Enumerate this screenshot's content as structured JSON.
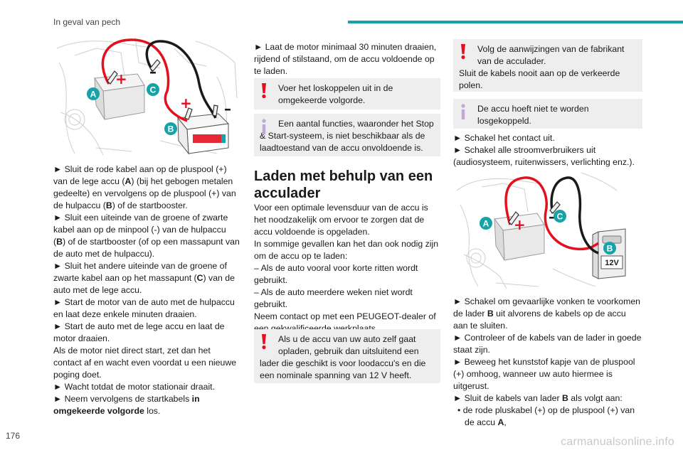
{
  "header": {
    "title": "In geval van pech"
  },
  "footer": {
    "page_number": "176",
    "watermark": "carmanualsonline.info"
  },
  "colors": {
    "accent": "#17a2a8",
    "warning": "#e3101f",
    "info": "#c2a6d6",
    "cable_red": "#e3101f",
    "label_blue": "#17a2a8"
  },
  "illustration1": {
    "label_a": "A",
    "label_b": "B",
    "label_c": "C",
    "plus": "+",
    "minus": "–"
  },
  "illustration2": {
    "label_a": "A",
    "label_b": "B",
    "label_c": "C",
    "plus": "+",
    "minus": "–",
    "voltage": "12V"
  },
  "col1": {
    "p1": "► Sluit de rode kabel aan op de pluspool (+) van de lege accu (",
    "p1_a": "A",
    "p1_b": ") (bij het gebogen metalen gedeelte) en vervolgens op de pluspool (+) van de hulpaccu (",
    "p1_c": "B",
    "p1_d": ") of de startbooster.",
    "p2": "► Sluit een uiteinde van de groene of zwarte kabel aan op de minpool (-) van de hulpaccu (",
    "p2_b": "B",
    "p2_c": ") of de startbooster (of op een massapunt van de auto met de hulpaccu).",
    "p3": "► Sluit het andere uiteinde van de groene of zwarte kabel aan op het massapunt (",
    "p3_c": "C",
    "p3_d": ") van de auto met de lege accu.",
    "p4": "► Start de motor van de auto met de hulpaccu en laat deze enkele minuten draaien.",
    "p5": "► Start de auto met de lege accu en laat de motor draaien.",
    "p6": "Als de motor niet direct start, zet dan het contact af en wacht even voordat u een nieuwe poging doet.",
    "p7": "► Wacht totdat de motor stationair draait.",
    "p8": "► Neem vervolgens de startkabels ",
    "p8_bold": "in omgekeerde volgorde",
    "p8_end": " los."
  },
  "col2": {
    "p1": "► Laat de motor minimaal 30 minuten draaien, rijdend of stilstaand, om de accu voldoende op te laden.",
    "note1": "Voer het loskoppelen uit in de omgekeerde volgorde.",
    "note2_l1": "Een aantal functies, waaronder het Stop",
    "note2_l2": "& Start-systeem, is niet beschikbaar als de laadtoestand van de accu onvoldoende is.",
    "heading": "Laden met behulp van een acculader",
    "p2": "Voor een optimale levensduur van de accu is het noodzakelijk om ervoor te zorgen dat de accu voldoende is opgeladen.",
    "p3": "In sommige gevallen kan het dan ook nodig zijn om de accu op te laden:",
    "p4": "– Als de auto vooral voor korte ritten wordt gebruikt.",
    "p5": "– Als de auto meerdere weken niet wordt gebruikt.",
    "p6": "Neem contact op met een PEUGEOT-dealer of een gekwalificeerde werkplaats.",
    "note3_l1": "Als u de accu van uw auto zelf gaat",
    "note3_l2": "opladen, gebruik dan uitsluitend een lader die geschikt is voor loodaccu's en die een nominale spanning van 12 V heeft."
  },
  "col3": {
    "note1_l1": "Volg de aanwijzingen van de fabrikant",
    "note1_l2": "van de acculader.",
    "note1_l3": "Sluit de kabels nooit aan op de verkeerde polen.",
    "note2_l1": "De accu hoeft niet te worden",
    "note2_l2": "losgekoppeld.",
    "p1": "► Schakel het contact uit.",
    "p2": "► Schakel alle stroomverbruikers uit (audiosysteem, ruitenwissers, verlichting enz.).",
    "p3_a": "► Schakel om gevaarlijke vonken te voorkomen de lader ",
    "p3_b": "B",
    "p3_c": " uit alvorens de kabels op de accu aan te sluiten.",
    "p4": "► Controleer of de kabels van de lader in goede staat zijn.",
    "p5": "► Beweeg het kunststof kapje van de pluspool (+) omhoog, wanneer uw auto hiermee is uitgerust.",
    "p6_a": "► Sluit de kabels van lader ",
    "p6_b": "B",
    "p6_c": " als volgt aan:",
    "p7_a": "• de rode pluskabel (+) op de pluspool (+) van de accu ",
    "p7_b": "A",
    "p7_c": ","
  }
}
